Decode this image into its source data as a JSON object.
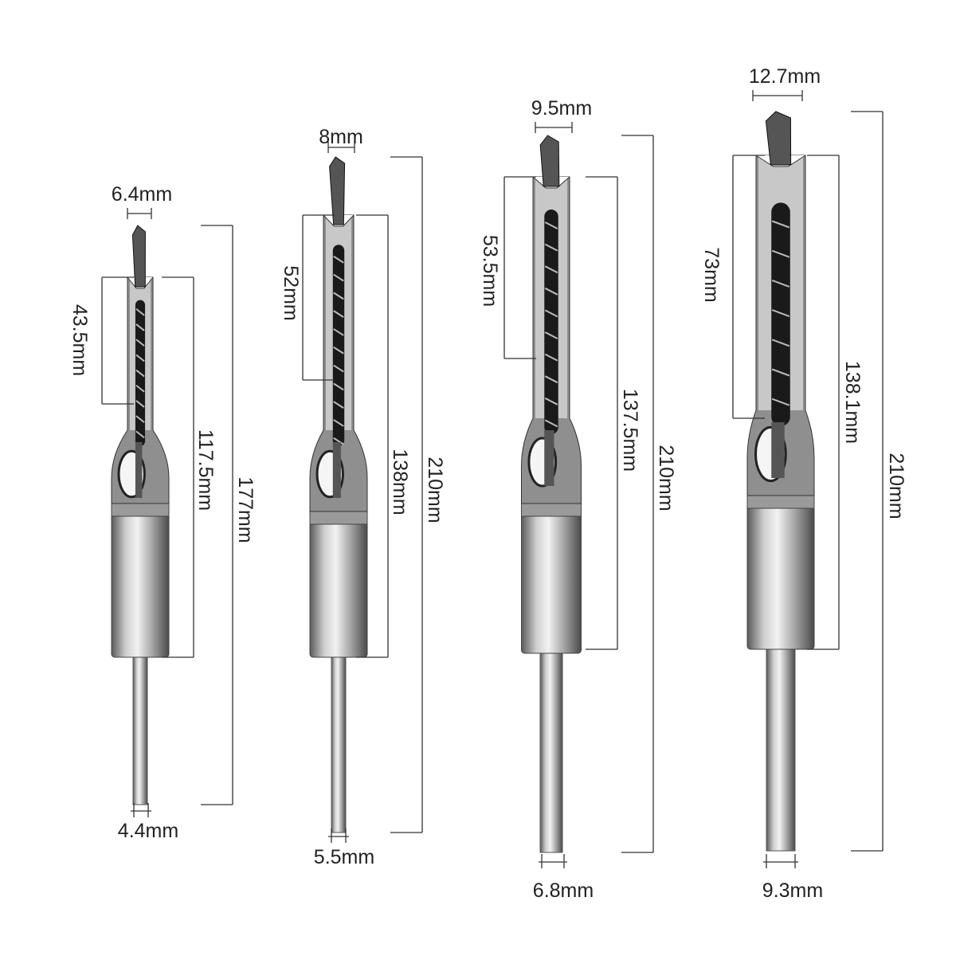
{
  "bits": [
    {
      "tip_width": "6.4mm",
      "flute_length": "43.5mm",
      "chisel_length": "117.5mm",
      "total_length": "177mm",
      "shank_diameter": "4.4mm"
    },
    {
      "tip_width": "8mm",
      "flute_length": "52mm",
      "chisel_length": "138mm",
      "total_length": "210mm",
      "shank_diameter": "5.5mm"
    },
    {
      "tip_width": "9.5mm",
      "flute_length": "53.5mm",
      "chisel_length": "137.5mm",
      "total_length": "210mm",
      "shank_diameter": "6.8mm"
    },
    {
      "tip_width": "12.7mm",
      "flute_length": "73mm",
      "chisel_length": "138.1mm",
      "total_length": "210mm",
      "shank_diameter": "9.3mm"
    }
  ],
  "colors": {
    "steel_light": "#d9d9d9",
    "steel_mid": "#9a9a9a",
    "steel_dark": "#3a3a3a",
    "drill_black": "#1a1a1a"
  }
}
